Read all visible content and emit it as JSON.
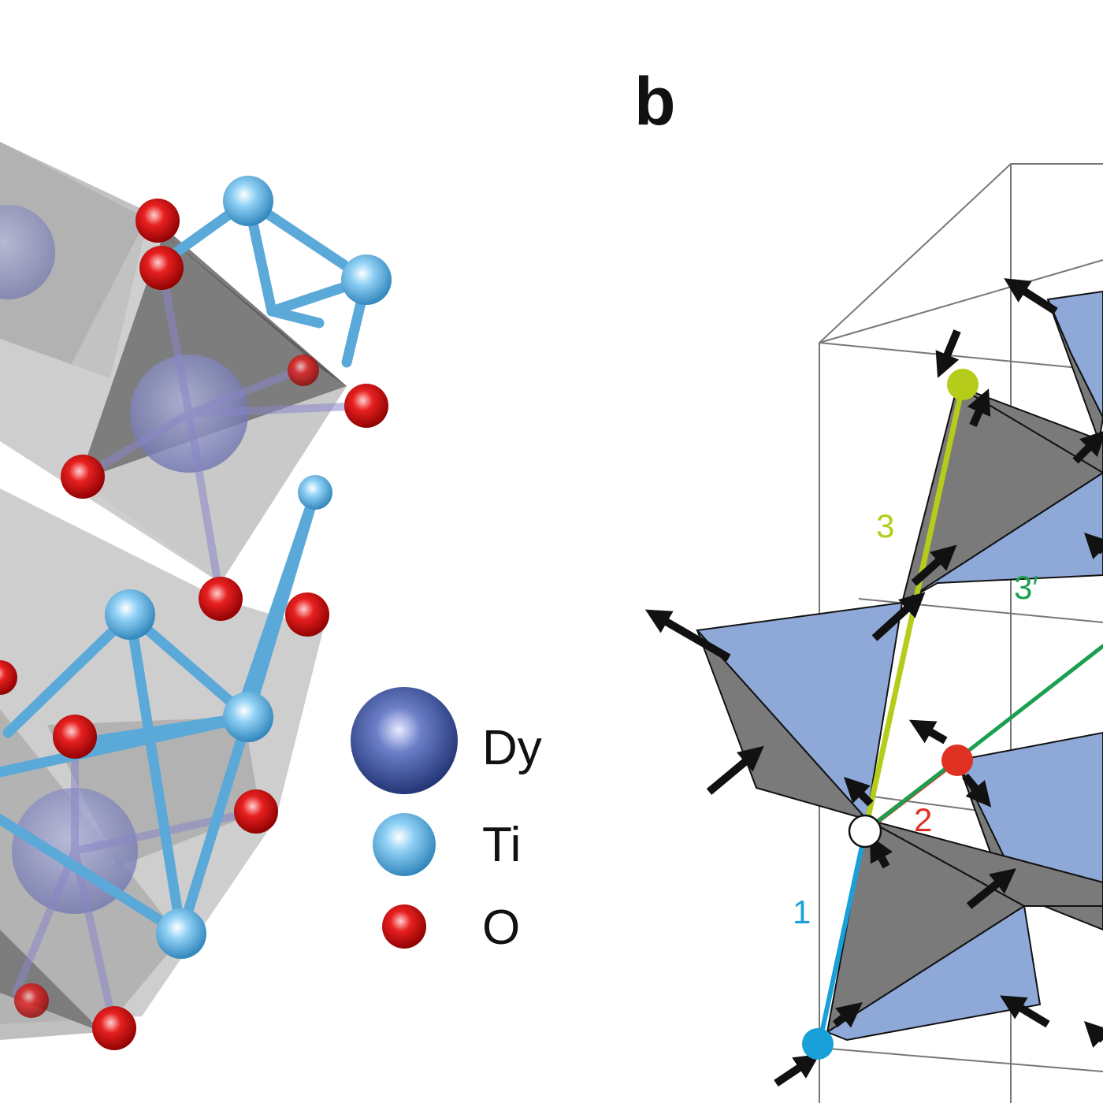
{
  "panel_b": {
    "label": "b"
  },
  "legend": {
    "items": [
      {
        "key": "dy",
        "label": "Dy",
        "color": "#3a4f9a"
      },
      {
        "key": "ti",
        "label": "Ti",
        "color": "#52a8dc"
      },
      {
        "key": "o",
        "label": "O",
        "color": "#d61a1a"
      }
    ]
  },
  "bonds": {
    "bond_1": {
      "label": "1",
      "color": "#1aa0d8"
    },
    "bond_2": {
      "label": "2",
      "color": "#e03022"
    },
    "bond_3": {
      "label": "3",
      "color": "#b5cc1a"
    },
    "bond_3p": {
      "label": "3′",
      "color": "#1aa050"
    }
  },
  "colors": {
    "tetra_blue": "#8ea8d8",
    "tetra_gray": "#7a7a7a",
    "arrow": "#111111",
    "frame": "#777777"
  }
}
